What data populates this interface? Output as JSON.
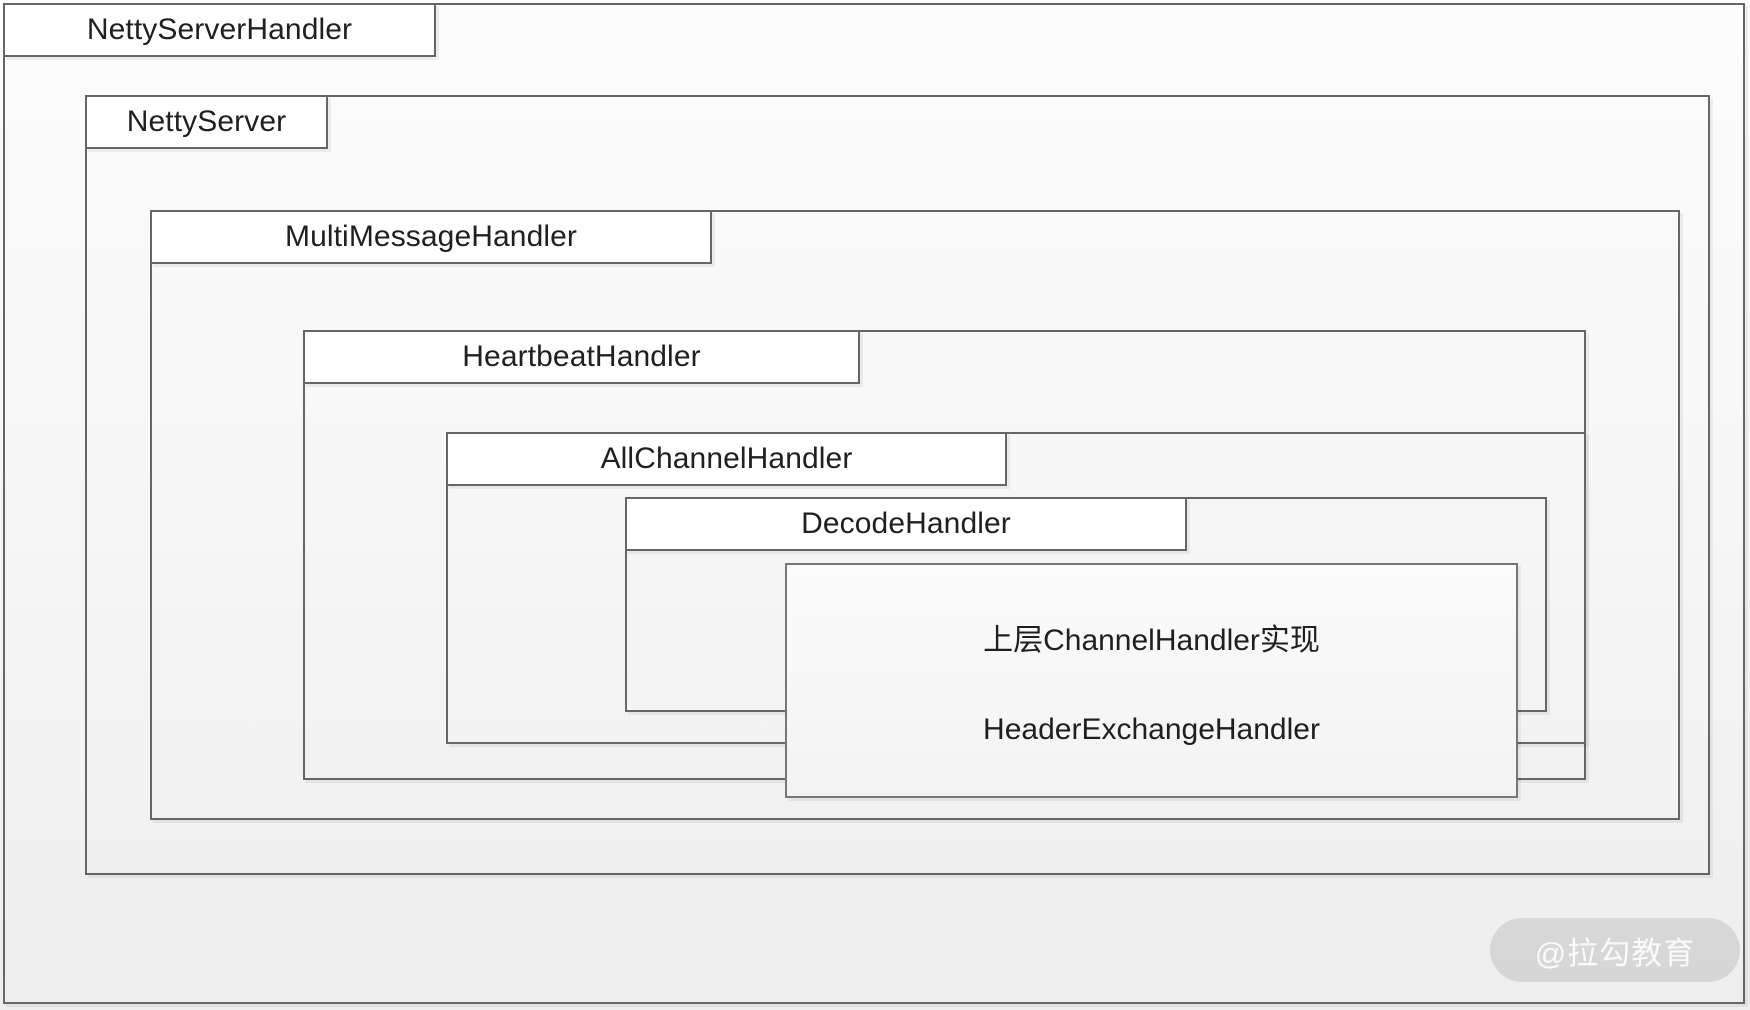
{
  "diagram": {
    "type": "nested-package-diagram",
    "title": "Netty ChannelHandler nesting",
    "colors": {
      "border": "#666666",
      "tab_background": "#ffffff",
      "text": "#20211f",
      "canvas_top": "#fcfcfc",
      "canvas_bottom": "#eeeeee",
      "watermark_pill": "rgba(160,160,160,0.30)",
      "watermark_text": "rgba(255,255,255,0.88)"
    },
    "layers": [
      {
        "id": "netty-server-handler",
        "label": "NettyServerHandler",
        "depth": 0
      },
      {
        "id": "netty-server",
        "label": "NettyServer",
        "depth": 1
      },
      {
        "id": "multi-message",
        "label": "MultiMessageHandler",
        "depth": 2
      },
      {
        "id": "heartbeat",
        "label": "HeartbeatHandler",
        "depth": 3
      },
      {
        "id": "all-channel",
        "label": "AllChannelHandler",
        "depth": 4
      },
      {
        "id": "decode",
        "label": "DecodeHandler",
        "depth": 5
      }
    ],
    "inner_box": {
      "lines": [
        "上层ChannelHandler实现",
        "HeaderExchangeHandler"
      ]
    },
    "watermark": {
      "text": "@拉勾教育"
    }
  }
}
